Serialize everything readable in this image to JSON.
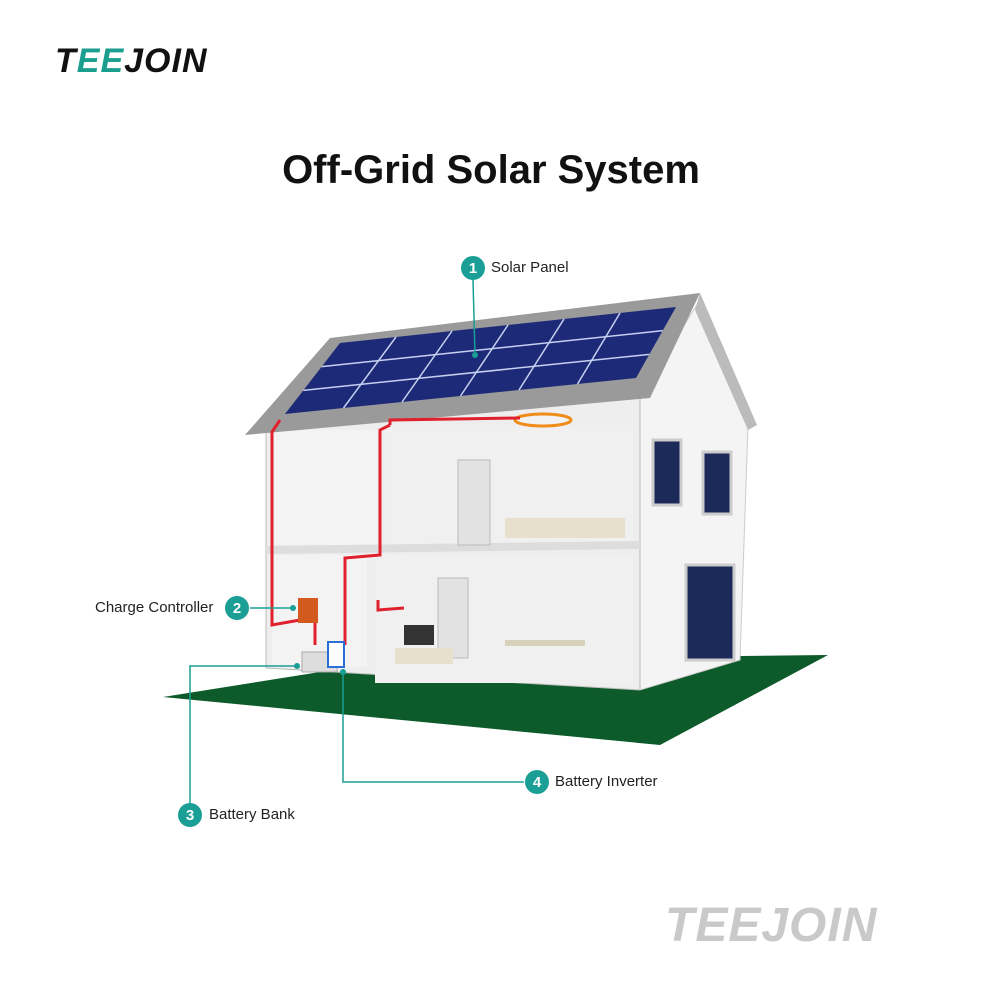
{
  "brand": {
    "name": "TEEJOIN",
    "prefix": "T",
    "mid": "EE",
    "suffix": "JOIN"
  },
  "title": "Off-Grid Solar System",
  "callouts": [
    {
      "number": "1",
      "label": "Solar Panel"
    },
    {
      "number": "2",
      "label": "Charge Controller"
    },
    {
      "number": "3",
      "label": "Battery Bank"
    },
    {
      "number": "4",
      "label": "Battery Inverter"
    }
  ],
  "colors": {
    "accent": "#1a9e96",
    "wire": "#e0202c",
    "ground": "#0d5a2a",
    "panel": "#1c2a78"
  }
}
